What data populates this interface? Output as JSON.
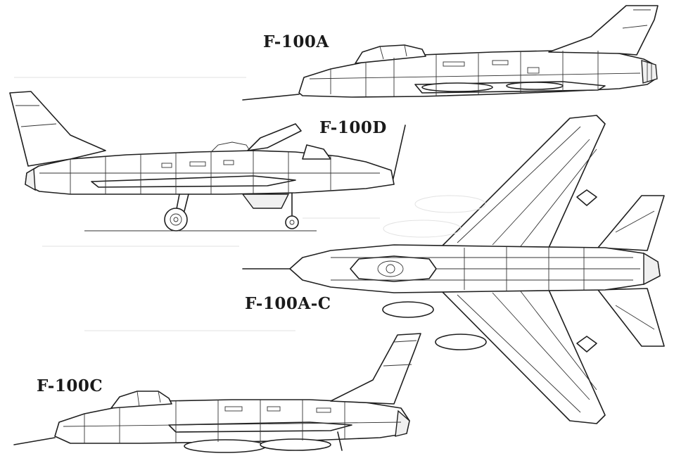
{
  "views": {
    "f100a": {
      "label": "F-100A"
    },
    "f100d": {
      "label": "F-100D"
    },
    "f100ac": {
      "label": "F-100A-C"
    },
    "f100c": {
      "label": "F-100C"
    }
  },
  "colors": {
    "ink": "#1f1f1f",
    "paper": "#ffffff"
  }
}
